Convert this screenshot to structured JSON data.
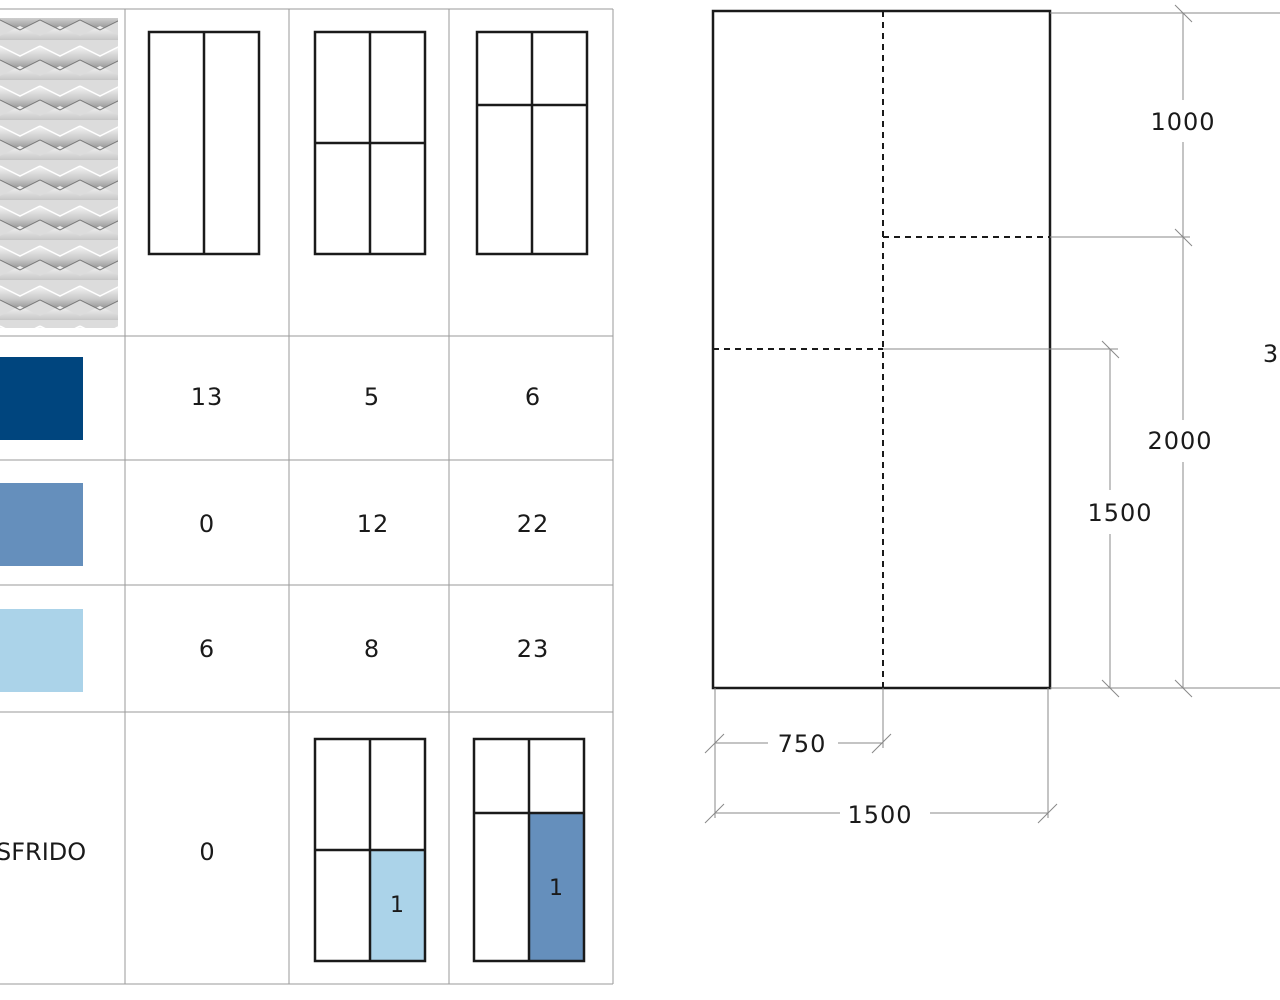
{
  "table": {
    "columns": [
      {
        "layout": "2 vertical strips"
      },
      {
        "layout": "2x2 grid, horizontal divider at mid height"
      },
      {
        "layout": "2x2 grid, horizontal divider near top"
      }
    ],
    "rows": [
      {
        "swatch_color": "#00457e",
        "label": "",
        "values": [
          "13",
          "5",
          "6"
        ]
      },
      {
        "swatch_color": "#658fbc",
        "label": "",
        "values": [
          "0",
          "12",
          "22"
        ]
      },
      {
        "swatch_color": "#abd3e9",
        "label": "",
        "values": [
          "6",
          "8",
          "23"
        ]
      }
    ],
    "waste_row": {
      "label": "SFRIDO",
      "value_col1": "0",
      "col2_piece_label": "1",
      "col2_piece_color": "#abd3e9",
      "col3_piece_label": "1",
      "col3_piece_color": "#658fbc"
    }
  },
  "drawing": {
    "dim_top_right": "1000",
    "dim_middle_right": "2000",
    "dim_lower_left": "1500",
    "dim_total_cut": "3",
    "dim_half_width": "750",
    "dim_full_width": "1500"
  },
  "colors": {
    "line": "#1a1a1a",
    "grid": "#9a9a9a",
    "dim": "#888888"
  }
}
